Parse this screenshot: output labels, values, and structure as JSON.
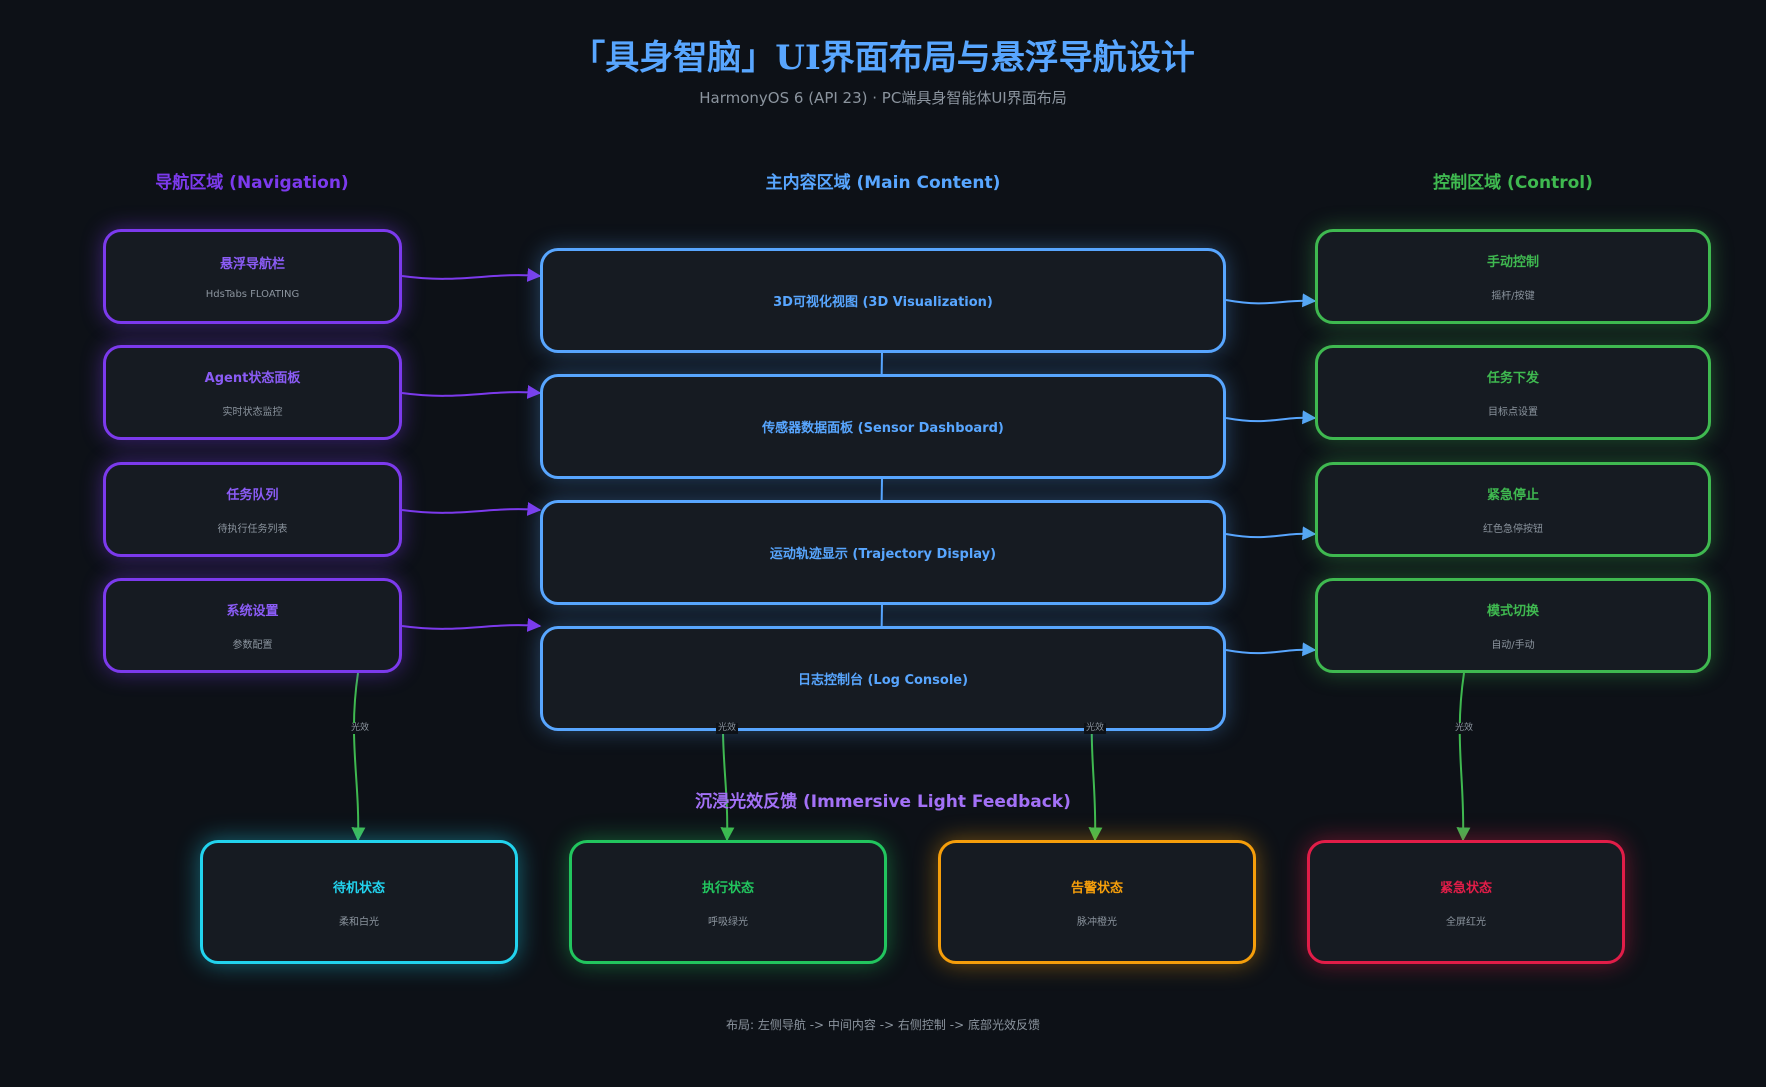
{
  "title": "「具身智脑」UI界面布局与悬浮导航设计",
  "subtitle": "HarmonyOS 6 (API 23) · PC端具身智能体UI界面布局",
  "zones": {
    "navigation": {
      "title": "导航区域 (Navigation)",
      "color": "#7c3aed",
      "items": [
        {
          "name": "悬浮导航栏",
          "desc": "HdsTabs FLOATING"
        },
        {
          "name": "Agent状态面板",
          "desc": "实时状态监控"
        },
        {
          "name": "任务队列",
          "desc": "待执行任务列表"
        },
        {
          "name": "系统设置",
          "desc": "参数配置"
        }
      ]
    },
    "main": {
      "title": "主内容区域 (Main Content)",
      "color": "#58a6ff",
      "items": [
        {
          "name": "3D可视化视图 (3D Visualization)"
        },
        {
          "name": "传感器数据面板 (Sensor Dashboard)"
        },
        {
          "name": "运动轨迹显示 (Trajectory Display)"
        },
        {
          "name": "日志控制台 (Log Console)"
        }
      ]
    },
    "control": {
      "title": "控制区域 (Control)",
      "color": "#3fb950",
      "items": [
        {
          "name": "手动控制",
          "desc": "摇杆/按键"
        },
        {
          "name": "任务下发",
          "desc": "目标点设置"
        },
        {
          "name": "紧急停止",
          "desc": "红色急停按钮"
        },
        {
          "name": "模式切换",
          "desc": "自动/手动"
        }
      ]
    },
    "feedback": {
      "title": "沉浸光效反馈 (Immersive Light Feedback)",
      "color": "#a371f7",
      "items": [
        {
          "name": "待机状态",
          "desc": "柔和白光",
          "color": "#22d3ee"
        },
        {
          "name": "执行状态",
          "desc": "呼吸绿光",
          "color": "#22c55e"
        },
        {
          "name": "告警状态",
          "desc": "脉冲橙光",
          "color": "#f59e0b"
        },
        {
          "name": "紧急状态",
          "desc": "全屏红光",
          "color": "#e11d48"
        }
      ]
    }
  },
  "edge_label": "光效",
  "footer": "布局: 左侧导航 -> 中间内容 -> 右侧控制 -> 底部光效反馈"
}
